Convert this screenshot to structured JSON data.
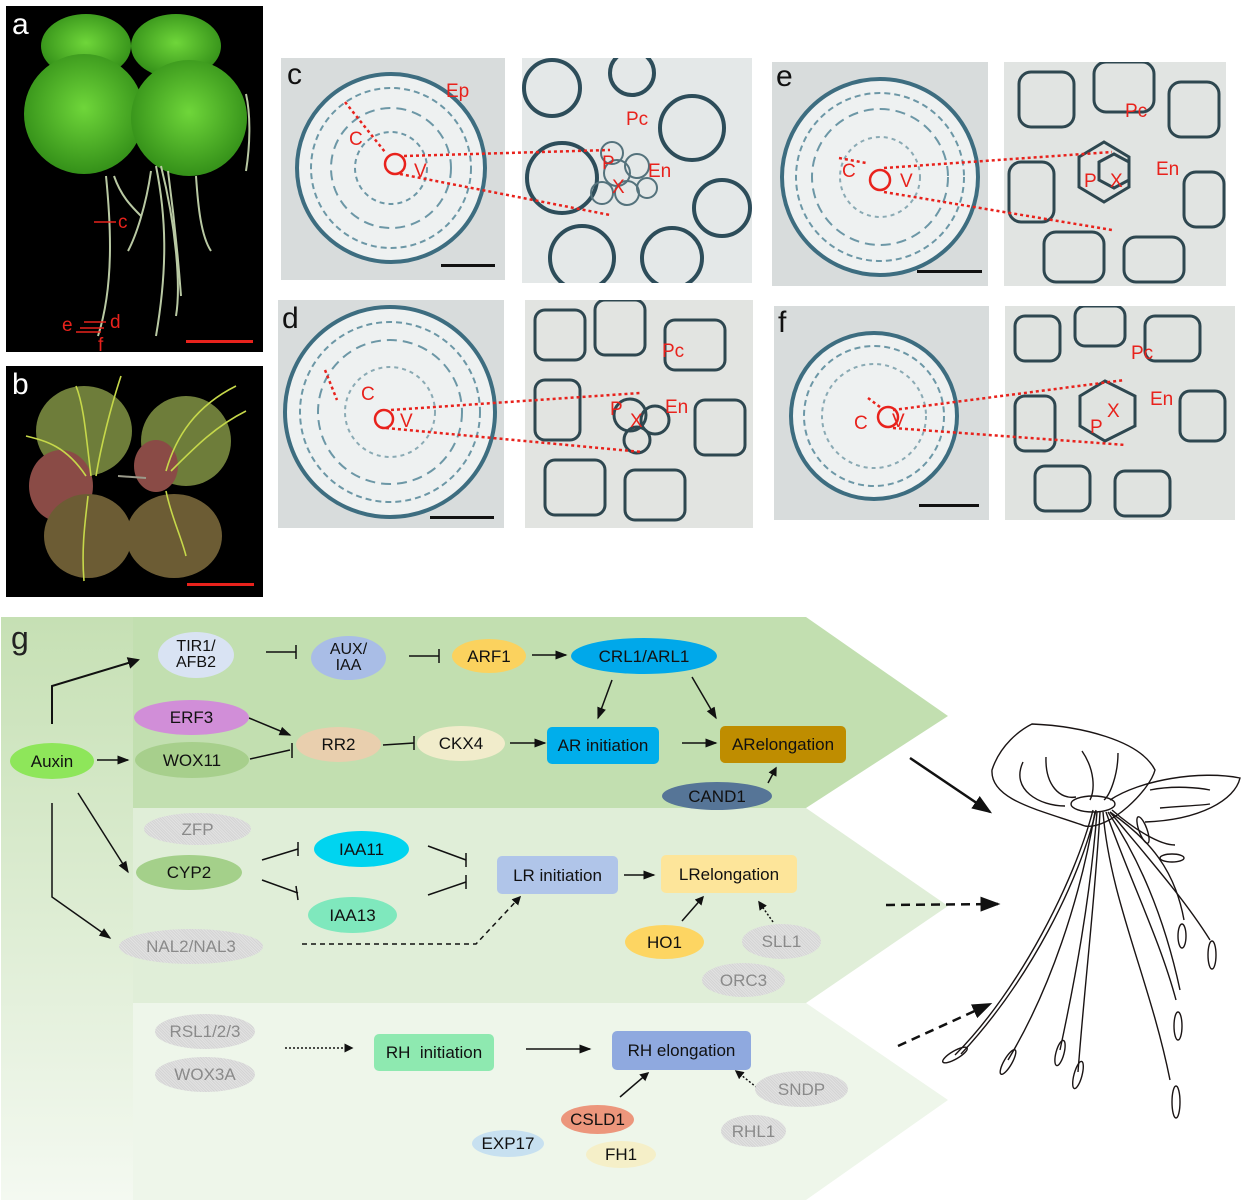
{
  "panels": {
    "a": {
      "letter": "a",
      "markers": [
        "c",
        "d",
        "e",
        "f"
      ]
    },
    "b": {
      "letter": "b"
    },
    "c": {
      "letter": "c",
      "labels": {
        "ep": "Ep",
        "c": "C",
        "v": "V",
        "pc": "Pc",
        "p": "P",
        "x": "X",
        "en": "En"
      }
    },
    "d": {
      "letter": "d",
      "labels": {
        "c": "C",
        "v": "V",
        "pc": "Pc",
        "p": "P",
        "x": "X",
        "en": "En"
      }
    },
    "e": {
      "letter": "e",
      "labels": {
        "c": "C",
        "v": "V",
        "pc": "Pc",
        "p": "P",
        "x": "X",
        "en": "En"
      }
    },
    "f": {
      "letter": "f",
      "labels": {
        "c": "C",
        "v": "V",
        "pc": "Pc",
        "p": "P",
        "x": "X",
        "en": "En"
      }
    }
  },
  "pathway": {
    "letter": "g",
    "auxin": "Auxin",
    "ar_band": {
      "tir1": "TIR1/\nAFB2",
      "auxiaa": "AUX/\nIAA",
      "arf1": "ARF1",
      "crl1": "CRL1/ARL1",
      "erf3": "ERF3",
      "wox11": "WOX11",
      "rr2": "RR2",
      "ckx4": "CKX4",
      "ar_init": "AR initiation",
      "ar_elong": "ARelongation",
      "cand1": "CAND1"
    },
    "lr_band": {
      "zfp": "ZFP",
      "cyp2": "CYP2",
      "iaa11": "IAA11",
      "iaa13": "IAA13",
      "nal": "NAL2/NAL3",
      "lr_init": "LR initiation",
      "lr_elong": "LRelongation",
      "ho1": "HO1",
      "sll1": "SLL1",
      "orc3": "ORC3"
    },
    "rh_band": {
      "rsl": "RSL1/2/3",
      "wox3a": "WOX3A",
      "rh_init": "RH  initiation",
      "rh_elong": "RH elongation",
      "sndp": "SNDP",
      "rhl1": "RHL1",
      "cslD1": "CSLD1",
      "exp17": "EXP17",
      "fh1": "FH1"
    }
  },
  "colors": {
    "band_ar": "#c2dfb0",
    "band_lr": "#e0eed8",
    "band_rh": "#eef6ea",
    "label_red": "#e8221c",
    "tir1": "#d9e3f3",
    "auxiaa": "#a9bde6",
    "arf1": "#fbd25e",
    "crl1": "#00a8ea",
    "erf3": "#d18ed8",
    "wox11": "#a7cf8c",
    "rr2": "#e9cfae",
    "ckx4": "#f1eccb",
    "ar_init": "#00aeeb",
    "ar_elong": "#bf8d00",
    "cand1": "#567597",
    "auxin": "#8ee65a",
    "cyp2": "#a4d08a",
    "iaa11": "#00d4f0",
    "iaa13": "#7fe8bd",
    "lr_init": "#b0c5e9",
    "lr_elong": "#fde59a",
    "ho1": "#fdd562",
    "rh_init": "#8ee9b0",
    "rh_elong": "#8fa9df",
    "cslD1": "#ec967c",
    "exp17": "#c7e0f0",
    "fh1": "#f5efc8"
  }
}
